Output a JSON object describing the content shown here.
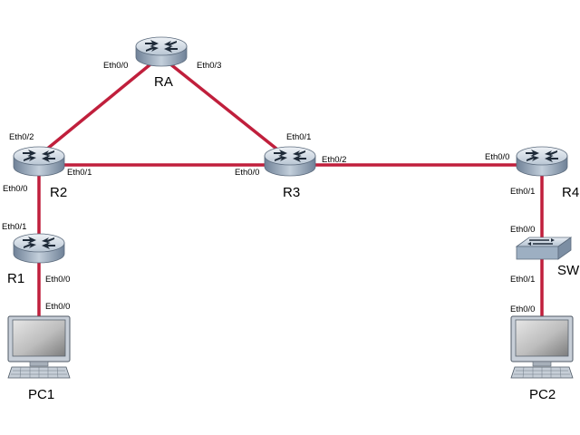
{
  "colors": {
    "link": "#c01f3c",
    "device_body": "#9fb0c4",
    "device_top": "#dfe6ee"
  },
  "devices": {
    "RA": {
      "label": "RA",
      "icon": "router-icon"
    },
    "R2": {
      "label": "R2",
      "icon": "router-icon"
    },
    "R3": {
      "label": "R3",
      "icon": "router-icon"
    },
    "R4": {
      "label": "R4",
      "icon": "router-icon"
    },
    "R1": {
      "label": "R1",
      "icon": "router-icon"
    },
    "SW": {
      "label": "SW",
      "icon": "switch-icon"
    },
    "PC1": {
      "label": "PC1",
      "icon": "pc-icon"
    },
    "PC2": {
      "label": "PC2",
      "icon": "pc-icon"
    }
  },
  "links": [
    {
      "from": "R2",
      "to": "RA",
      "from_port": "Eth0/2",
      "to_port": "Eth0/0"
    },
    {
      "from": "RA",
      "to": "R3",
      "from_port": "Eth0/3",
      "to_port": "Eth0/1"
    },
    {
      "from": "R2",
      "to": "R3",
      "from_port": "Eth0/1",
      "to_port": "Eth0/0"
    },
    {
      "from": "R3",
      "to": "R4",
      "from_port": "Eth0/2",
      "to_port": "Eth0/0"
    },
    {
      "from": "R2",
      "to": "R1",
      "from_port": "Eth0/0",
      "to_port": "Eth0/1"
    },
    {
      "from": "R1",
      "to": "PC1",
      "from_port": "Eth0/0",
      "to_port": "Eth0/0"
    },
    {
      "from": "R4",
      "to": "SW",
      "from_port": "Eth0/1",
      "to_port": "Eth0/0"
    },
    {
      "from": "SW",
      "to": "PC2",
      "from_port": "Eth0/1",
      "to_port": "Eth0/0"
    }
  ]
}
